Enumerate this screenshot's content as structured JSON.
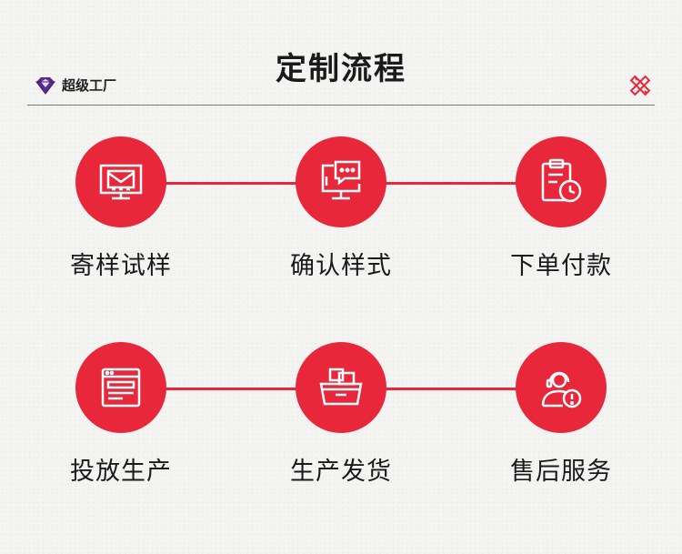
{
  "header": {
    "title": "定制流程",
    "brand_name": "超级工厂",
    "brand_icon": "purple-gem-logo",
    "corner_icon": "crossed-ruler-pencil-icon"
  },
  "colors": {
    "accent": "#e8273a",
    "text": "#1a1a1a",
    "brand_purple": "#5b2a91"
  },
  "steps": [
    {
      "label": "寄样试样",
      "icon": "mail-monitor-icon"
    },
    {
      "label": "确认样式",
      "icon": "chat-monitor-icon"
    },
    {
      "label": "下单付款",
      "icon": "clipboard-clock-icon"
    },
    {
      "label": "投放生产",
      "icon": "production-window-icon"
    },
    {
      "label": "生产发货",
      "icon": "shipping-box-icon"
    },
    {
      "label": "售后服务",
      "icon": "support-alert-icon"
    }
  ]
}
